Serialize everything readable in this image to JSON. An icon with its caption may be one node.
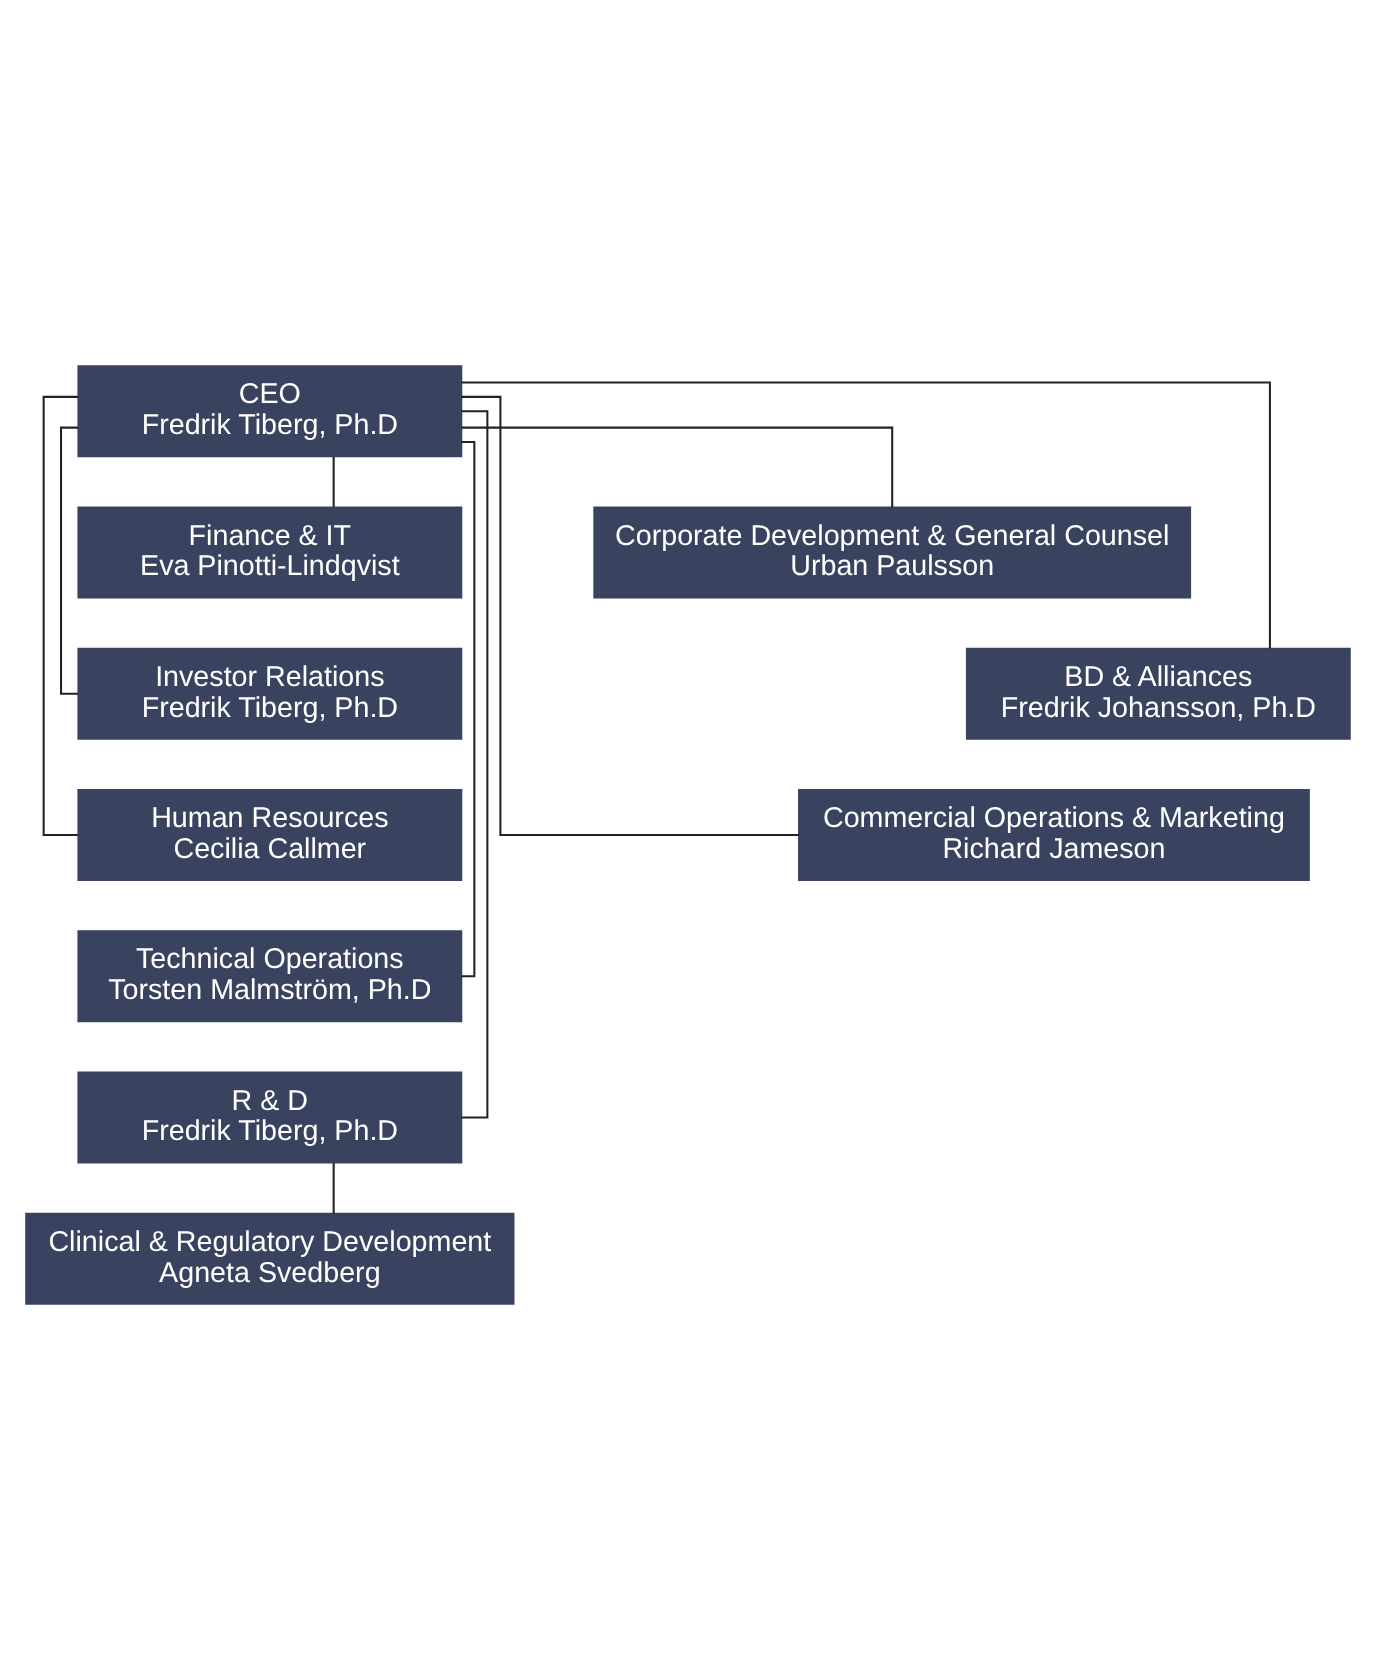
{
  "diagram": {
    "nodes": [
      {
        "text": [
          "CEO",
          "Fredrik Tiberg, Ph.D"
        ]
      },
      {
        "text": [
          "Finance & IT",
          "Eva Pinotti-Lindqvist"
        ]
      },
      {
        "text": [
          "Corporate Development & General Counsel",
          "Urban Paulsson"
        ]
      },
      {
        "text": [
          "Investor Relations",
          "Fredrik Tiberg, Ph.D"
        ]
      },
      {
        "text": [
          "BD & Alliances",
          "Fredrik Johansson, Ph.D"
        ]
      },
      {
        "text": [
          "Human Resources",
          "Cecilia Callmer"
        ]
      },
      {
        "text": [
          "Commercial Operations & Marketing",
          "Richard Jameson"
        ]
      },
      {
        "text": [
          "Technical Operations",
          "Torsten Malmström, Ph.D"
        ]
      },
      {
        "text": [
          "R & D",
          "Fredrik Tiberg, Ph.D"
        ]
      },
      {
        "text": [
          "Clinical & Regulatory Development",
          "Agneta Svedberg"
        ]
      }
    ],
    "edges": [
      {
        "from": 0,
        "to": 1,
        "arrow": "none"
      },
      {
        "from": 0,
        "to": 2,
        "arrow": "none"
      },
      {
        "from": 0,
        "to": 3,
        "arrow": "none"
      },
      {
        "from": 0,
        "to": 4,
        "arrow": "none"
      },
      {
        "from": 0,
        "to": 5,
        "arrow": "none"
      },
      {
        "from": 0,
        "to": 6,
        "arrow": "none"
      },
      {
        "from": 0,
        "to": 7,
        "arrow": "none"
      },
      {
        "from": 0,
        "to": 8,
        "arrow": "none"
      },
      {
        "from": 8,
        "to": 9,
        "arrow": "none"
      }
    ]
  }
}
